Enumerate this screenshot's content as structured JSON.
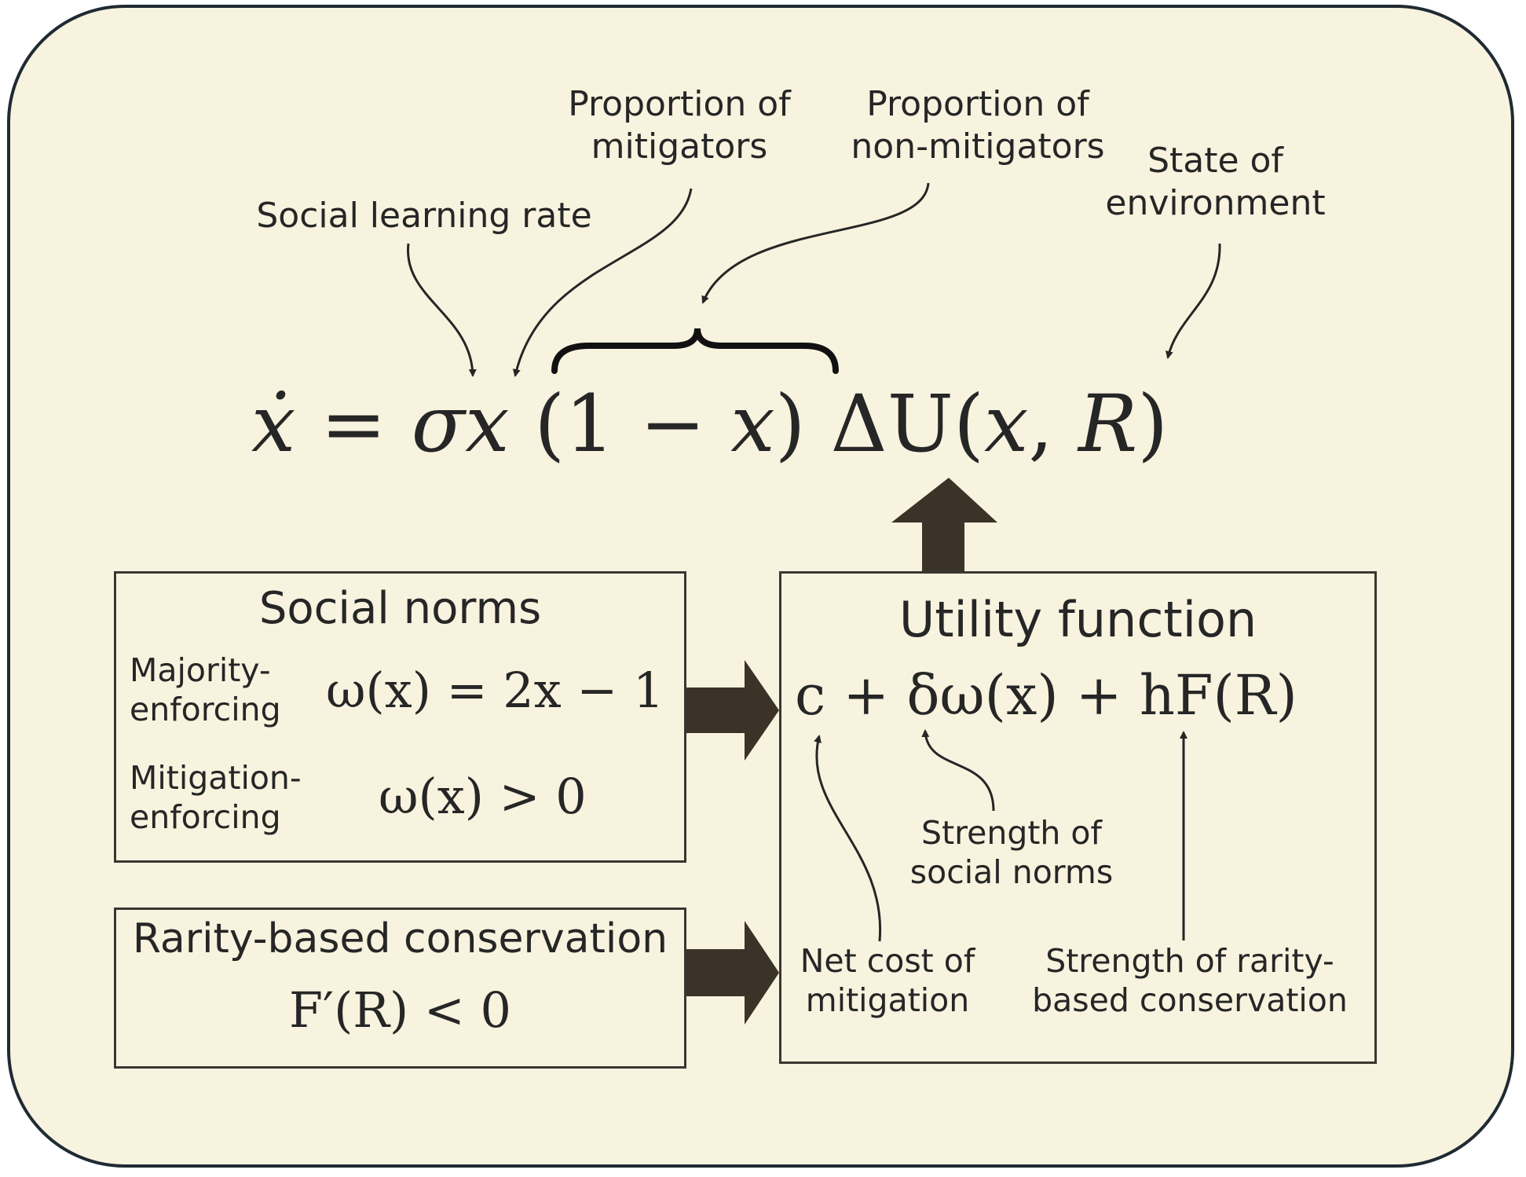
{
  "annotations": {
    "social_learning_rate": "Social learning rate",
    "prop_mitigators": [
      "Proportion of",
      "mitigators"
    ],
    "prop_non_mitigators": [
      "Proportion of",
      "non-mitigators"
    ],
    "state_environment": [
      "State of",
      "environment"
    ]
  },
  "main_equation": {
    "lhs": "ẋ",
    "eq": "=",
    "sigma": "σ",
    "x": "x",
    "paren": "(1 − ",
    "x2": "x",
    "close": ")",
    "delta_u": "ΔU",
    "args_open": "(",
    "args_x": "x",
    "comma": ", ",
    "args_r": "R",
    "args_close": ")"
  },
  "social_norms": {
    "title": "Social norms",
    "majority_label": [
      "Majority-",
      "enforcing"
    ],
    "majority_eq": "ω(x) = 2x − 1",
    "mitigation_label": [
      "Mitigation-",
      "enforcing"
    ],
    "mitigation_eq": "ω(x) > 0"
  },
  "rarity": {
    "title": "Rarity-based conservation",
    "eq": "F′(R) < 0"
  },
  "utility": {
    "title": "Utility function",
    "eq": "c + δω(x) + hF(R)",
    "net_cost": [
      "Net cost of",
      "mitigation"
    ],
    "strength_norms": [
      "Strength of",
      "social norms"
    ],
    "strength_rarity": [
      "Strength of rarity-",
      "based conservation"
    ]
  },
  "colors": {
    "background": "#f8f3df",
    "frame_border": "#1f2a33",
    "block_arrow": "#3b3328",
    "text": "#262626"
  }
}
